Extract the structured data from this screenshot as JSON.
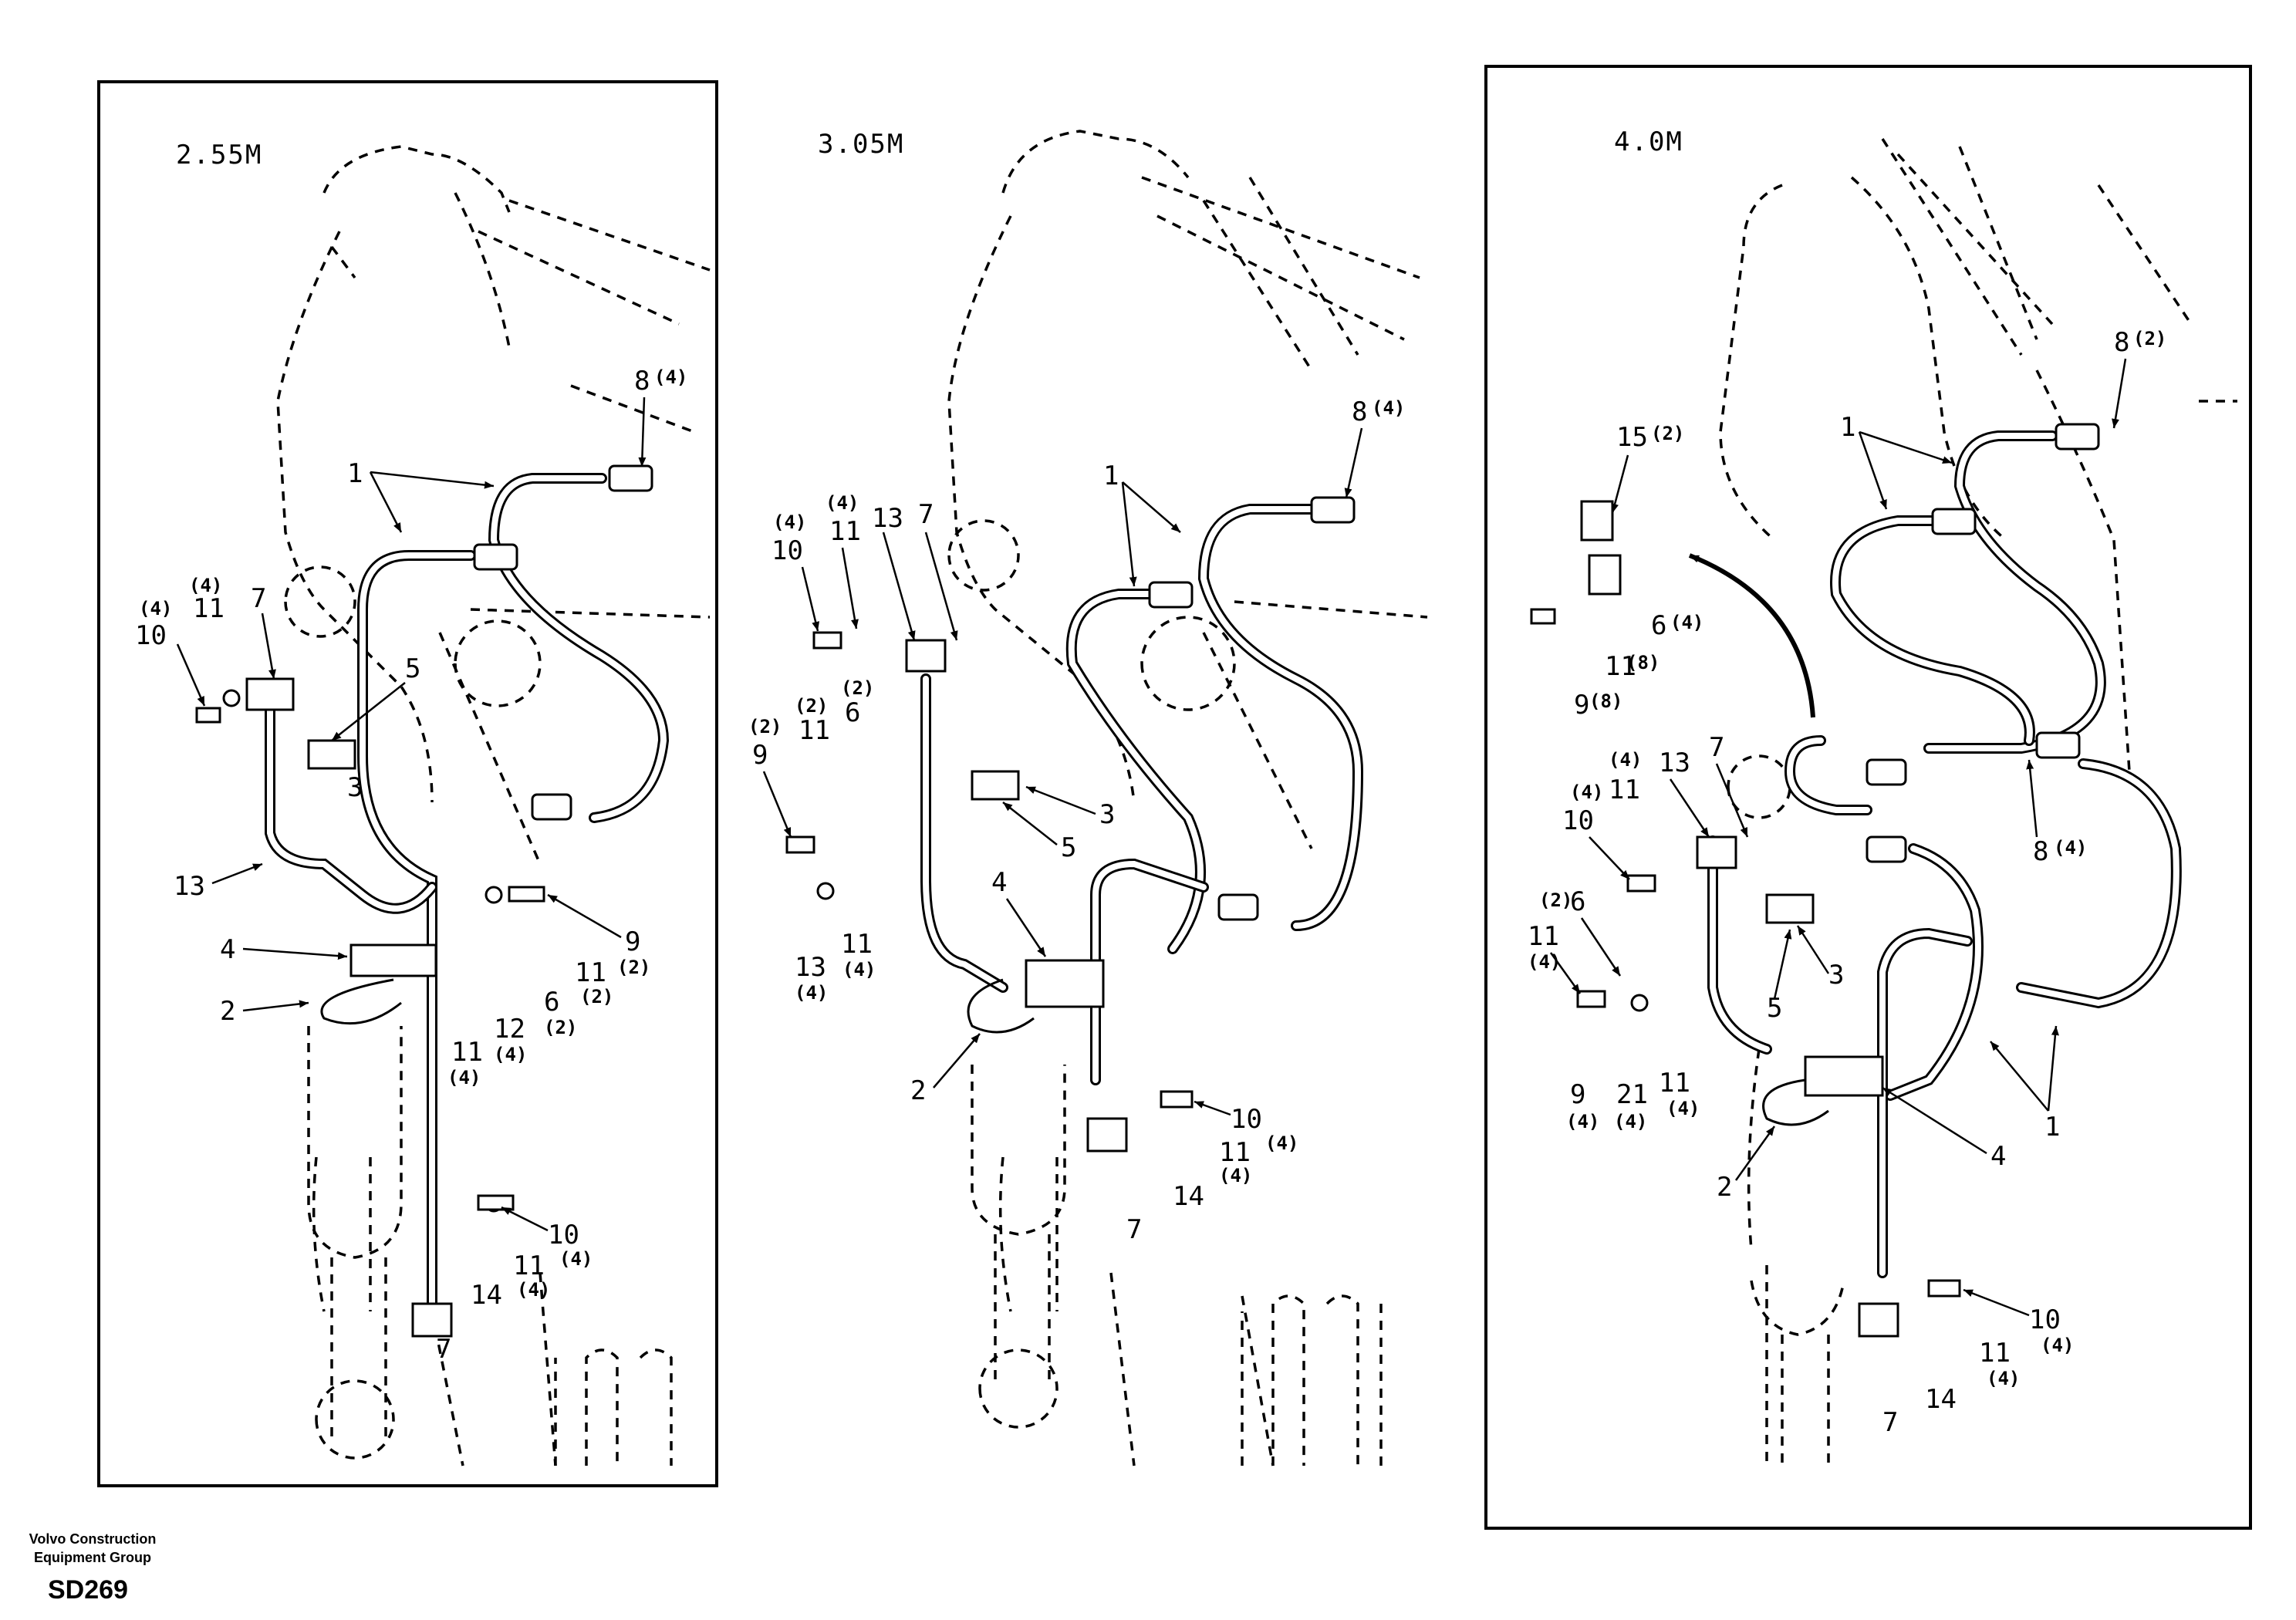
{
  "panels": [
    {
      "title": "2.55M",
      "callouts": [
        "1",
        "1",
        "8",
        "(4)",
        "7",
        "(4)",
        "11",
        "(4)",
        "10",
        "5",
        "3",
        "13",
        "9",
        "(2)",
        "11",
        "(2)",
        "6",
        "(2)",
        "12",
        "(4)",
        "11",
        "(4)",
        "4",
        "2",
        "10",
        "(4)",
        "11",
        "(4)",
        "14",
        "7"
      ]
    },
    {
      "title": "3.05M",
      "callouts": [
        "1",
        "1",
        "8",
        "(4)",
        "(4)",
        "(4)",
        "13",
        "7",
        "10",
        "11",
        "(2)",
        "(2)",
        "(2)",
        "11",
        "6",
        "9",
        "3",
        "5",
        "4",
        "13",
        "(4)",
        "11",
        "(4)",
        "2",
        "10",
        "(4)",
        "11",
        "(4)",
        "14",
        "7"
      ]
    },
    {
      "title": "4.0M",
      "callouts": [
        "1",
        "1",
        "8",
        "(2)",
        "15",
        "(2)",
        "6",
        "(4)",
        "11",
        "(8)",
        "9",
        "(8)",
        "(4)",
        "13",
        "7",
        "10",
        "(4)",
        "11",
        "(2)",
        "6",
        "11",
        "(4)",
        "3",
        "5",
        "8",
        "(4)",
        "9",
        "(4)",
        "21",
        "(4)",
        "11",
        "(4)",
        "2",
        "4",
        "1",
        "10",
        "(4)",
        "11",
        "(4)",
        "14",
        "7"
      ]
    }
  ],
  "footer": {
    "org_line1": "Volvo Construction",
    "org_line2": "Equipment Group",
    "code": "SD269"
  }
}
